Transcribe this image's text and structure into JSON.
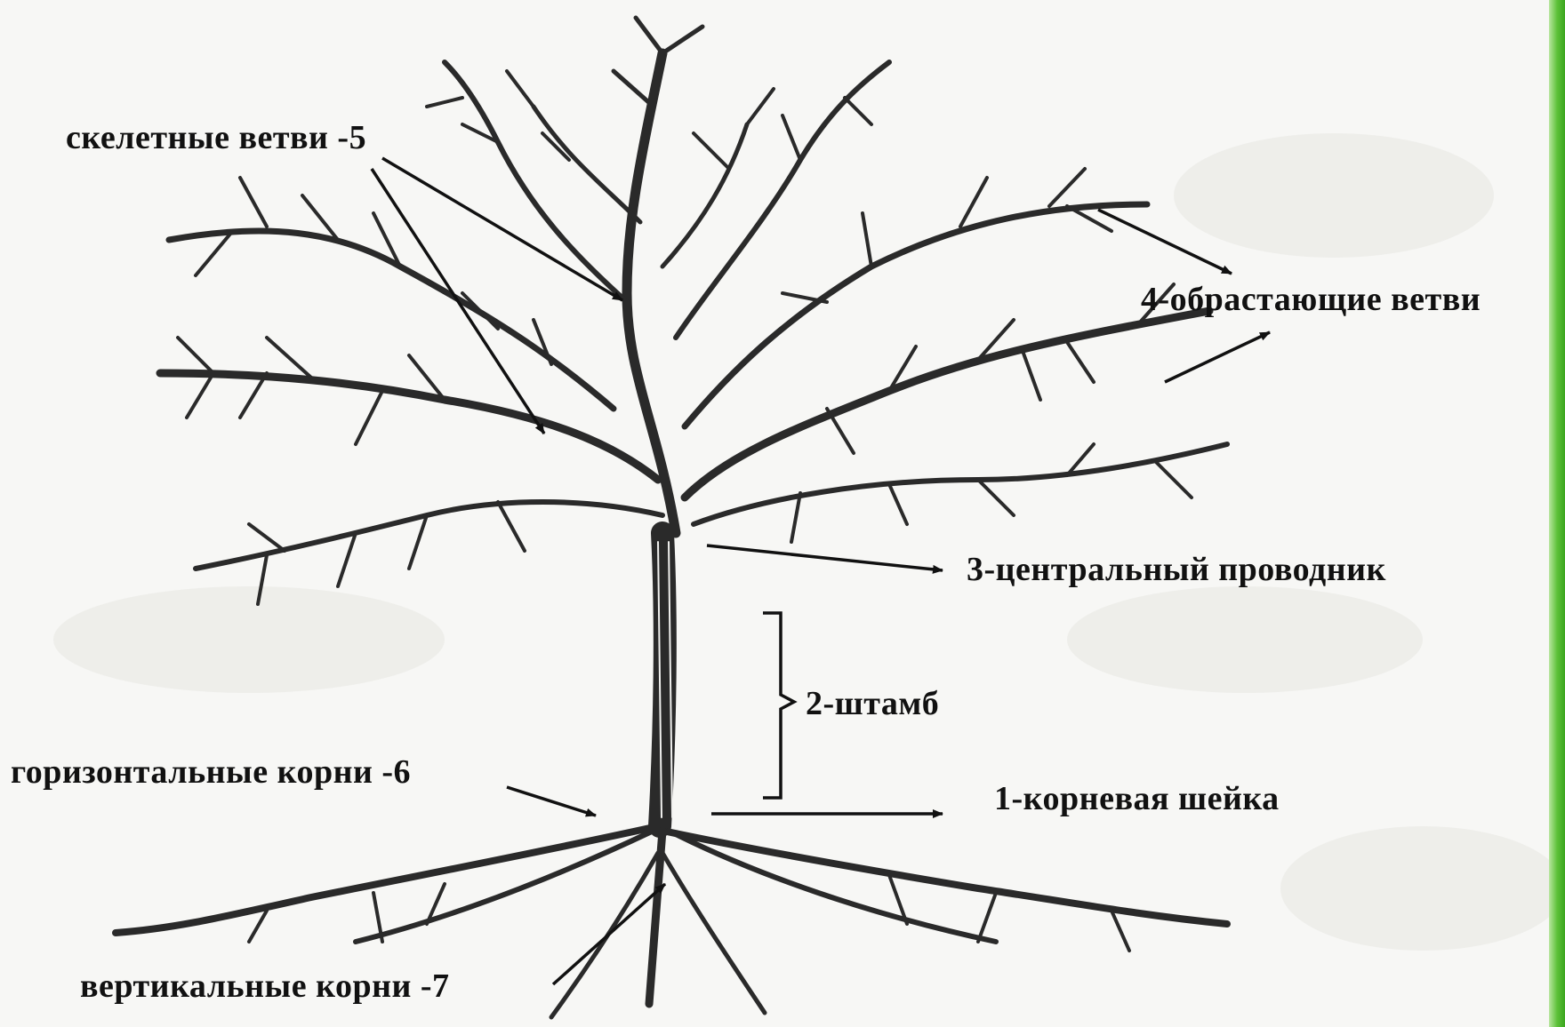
{
  "labels": {
    "skeletal_branches": "скелетные ветви -5",
    "overgrowing_branches": "4-обрастающие ветви",
    "central_leader": "3-центральный проводник",
    "trunk": "2-штамб",
    "horizontal_roots": "горизонтальные корни -6",
    "root_collar": "1-корневая шейка",
    "vertical_roots": "вертикальные корни -7"
  },
  "colors": {
    "background": "#f7f7f5",
    "ink": "#111111",
    "tree": "#2a2a2a",
    "accent_edge": "#4cb52a"
  }
}
